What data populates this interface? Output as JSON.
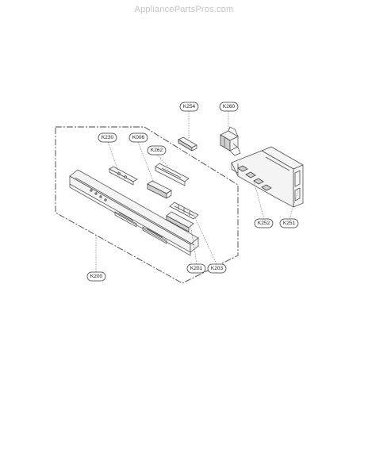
{
  "watermark": "AppliancePartsPros.com",
  "callouts": [
    {
      "id": "k254",
      "label": "K254"
    },
    {
      "id": "k260",
      "label": "K260"
    },
    {
      "id": "k230",
      "label": "K230"
    },
    {
      "id": "k006",
      "label": "K006"
    },
    {
      "id": "k262",
      "label": "K262"
    },
    {
      "id": "k252",
      "label": "K252"
    },
    {
      "id": "k251",
      "label": "K251"
    },
    {
      "id": "k201",
      "label": "K201"
    },
    {
      "id": "k203",
      "label": "K203"
    },
    {
      "id": "k200",
      "label": "K200"
    }
  ]
}
